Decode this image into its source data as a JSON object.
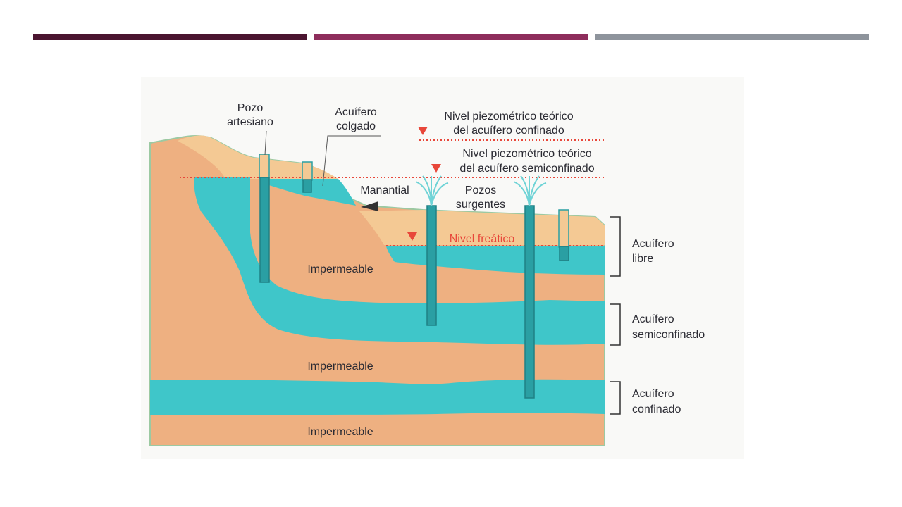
{
  "colors": {
    "bar_dark": "#4b1530",
    "bar_magenta": "#8e2d5c",
    "bar_gray": "#8e949c",
    "soil": "#eeb081",
    "soil_light": "#f4c994",
    "water": "#3fc6c9",
    "water_dark": "#2a9fa3",
    "level_line": "#e8473a",
    "outline": "#9cc9a2",
    "label_text": "#2b2b33",
    "label_red": "#e8473a"
  },
  "diagram": {
    "labels": {
      "pozo_artesiano": [
        "Pozo",
        "artesiano"
      ],
      "acuifero_colgado": [
        "Acuífero",
        "colgado"
      ],
      "nivel_confinado": [
        "Nivel piezométrico teórico",
        "del acuífero confinado"
      ],
      "nivel_semiconfinado": [
        "Nivel piezométrico teórico",
        "del acuífero semiconfinado"
      ],
      "manantial": "Manantial",
      "pozos_surgentes": [
        "Pozos",
        "surgentes"
      ],
      "nivel_freatico": "Nivel freático",
      "impermeable_1": "Impermeable",
      "impermeable_2": "Impermeable",
      "impermeable_3": "Impermeable",
      "acuifero_libre": [
        "Acuífero",
        "libre"
      ],
      "acuifero_semiconfinado": [
        "Acuífero",
        "semiconfinado"
      ],
      "acuifero_confinado": [
        "Acuífero",
        "confinado"
      ]
    },
    "icons": [
      "water-table-marker-icon",
      "spring-arrow-icon",
      "water-jet-icon"
    ]
  }
}
